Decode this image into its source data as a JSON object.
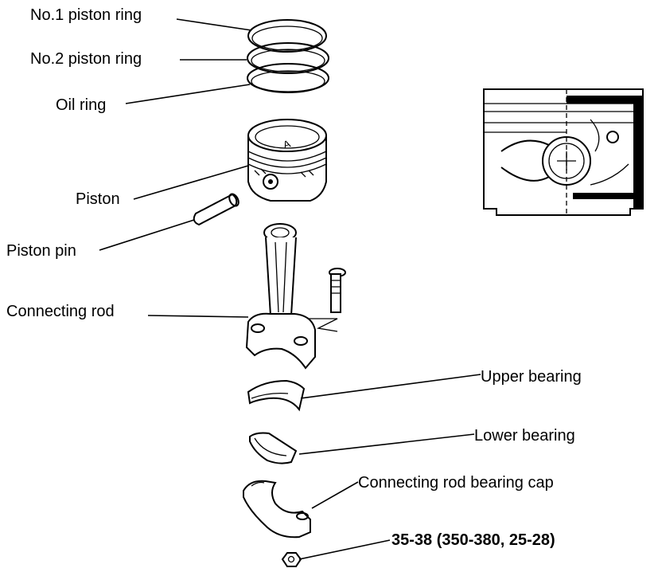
{
  "labels": {
    "no1_ring": "No.1 piston ring",
    "no2_ring": "No.2 piston ring",
    "oil_ring": "Oil ring",
    "piston": "Piston",
    "piston_pin": "Piston pin",
    "connecting_rod": "Connecting rod",
    "upper_bearing": "Upper bearing",
    "lower_bearing": "Lower bearing",
    "bearing_cap": "Connecting rod bearing cap",
    "torque": "35-38 (350-380, 25-28)"
  }
}
